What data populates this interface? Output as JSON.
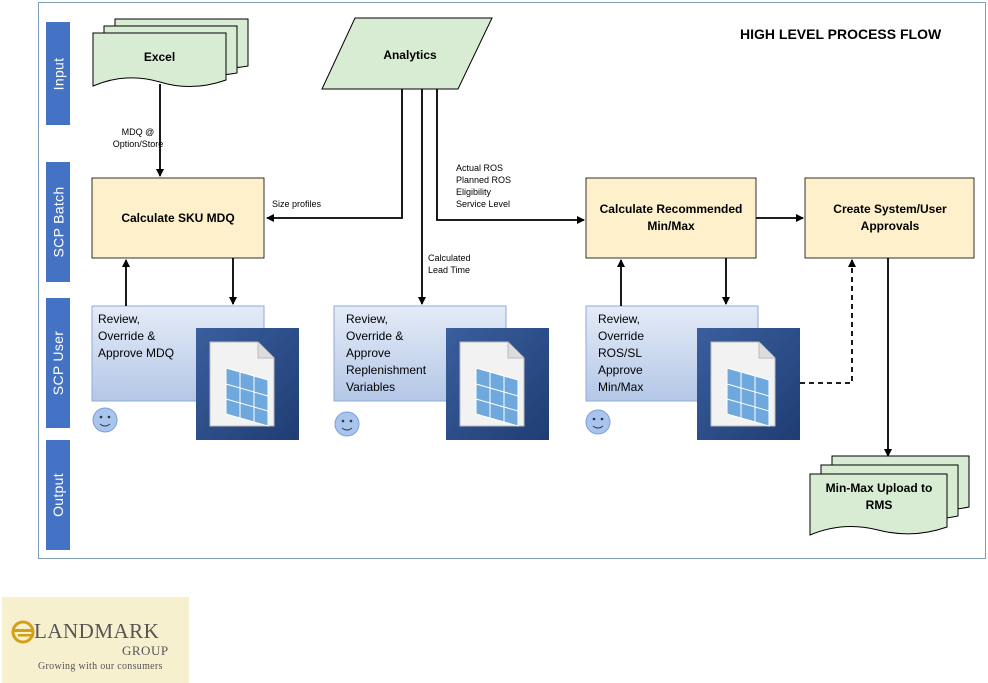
{
  "title": "HIGH LEVEL PROCESS FLOW",
  "lanes": {
    "input": "Input",
    "batch": "SCP Batch",
    "user": "SCP User",
    "output": "Output"
  },
  "nodes": {
    "excel": "Excel",
    "analytics": "Analytics",
    "calc_sku": "Calculate SKU MDQ",
    "calc_minmax": "Calculate  Recommended Min/Max",
    "approvals": "Create System/User Approvals",
    "output": "Min-Max Upload to RMS"
  },
  "user_steps": {
    "step1": [
      "Review,",
      "Override &",
      "Approve MDQ"
    ],
    "step2": [
      "Review,",
      "Override &",
      "Approve",
      "Replenishment",
      "Variables"
    ],
    "step3": [
      "Review,",
      "Override",
      "ROS/SL",
      "Approve",
      "Min/Max"
    ]
  },
  "edge_labels": {
    "mdq": [
      "MDQ @",
      "Option/Store"
    ],
    "size_profiles": "Size profiles",
    "analytics_out": [
      "Actual ROS",
      "Planned ROS",
      "Eligibility",
      "Service Level"
    ],
    "lead_time": [
      "Calculated",
      "Lead Time"
    ]
  },
  "logo": {
    "name": "LANDMARK",
    "group": "GROUP",
    "tagline": "Growing with our consumers"
  },
  "colors": {
    "lane": "#4472c4",
    "doc_fill": "#d8ecd3",
    "process_fill": "#fdf0cb",
    "user_fill": "#dae3f3",
    "smiley": "#a9c4ee"
  }
}
